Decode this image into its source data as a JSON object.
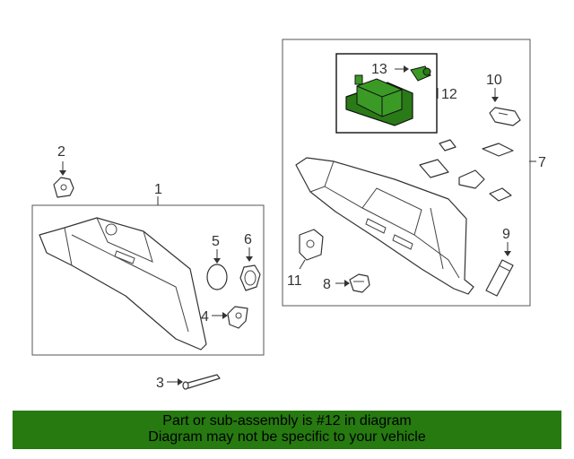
{
  "callouts": {
    "c1": "1",
    "c2": "2",
    "c3": "3",
    "c4": "4",
    "c5": "5",
    "c6": "6",
    "c7": "7",
    "c8": "8",
    "c9": "9",
    "c10": "10",
    "c11": "11",
    "c12": "12",
    "c13": "13"
  },
  "highlight": {
    "part_number": "12",
    "color": "#267a10"
  },
  "banner": {
    "line1": "Part or sub-assembly is #12 in diagram",
    "line2": "Diagram may not be specific to your vehicle",
    "background": "#267a10"
  }
}
